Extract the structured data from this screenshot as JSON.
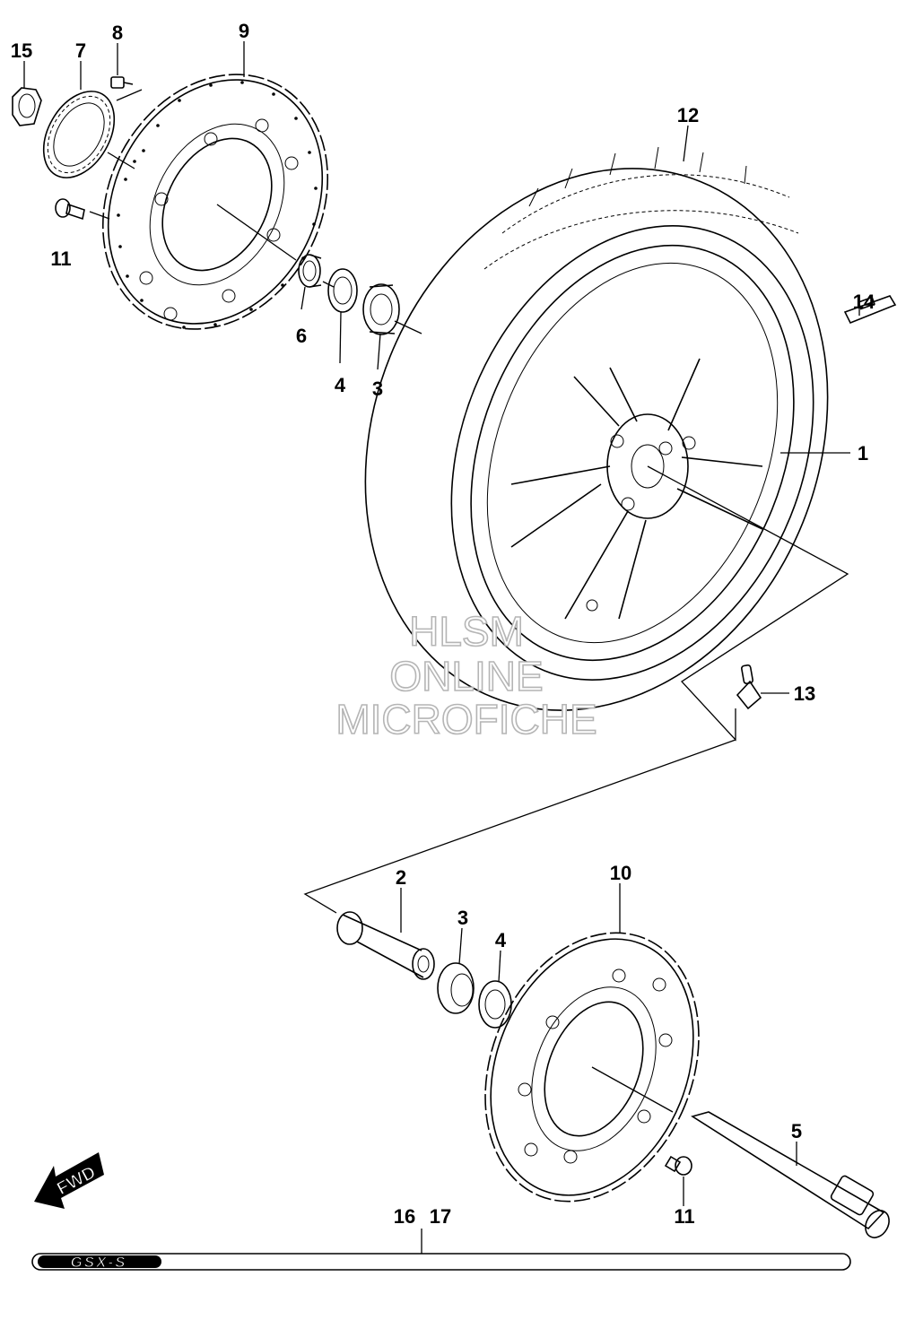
{
  "title": "",
  "watermark": [
    "HLSM",
    "ONLINE",
    "MICROFICHE"
  ],
  "fwd_label": "FWD",
  "model_badge": "GSX-S",
  "callouts": [
    {
      "id": "c15",
      "text": "15"
    },
    {
      "id": "c7",
      "text": "7"
    },
    {
      "id": "c8",
      "text": "8"
    },
    {
      "id": "c9",
      "text": "9"
    },
    {
      "id": "c11a",
      "text": "11"
    },
    {
      "id": "c6",
      "text": "6"
    },
    {
      "id": "c4a",
      "text": "4"
    },
    {
      "id": "c3a",
      "text": "3"
    },
    {
      "id": "c12",
      "text": "12"
    },
    {
      "id": "c14",
      "text": "14"
    },
    {
      "id": "c1",
      "text": "1"
    },
    {
      "id": "c13",
      "text": "13"
    },
    {
      "id": "c2",
      "text": "2"
    },
    {
      "id": "c3b",
      "text": "3"
    },
    {
      "id": "c4b",
      "text": "4"
    },
    {
      "id": "c10",
      "text": "10"
    },
    {
      "id": "c5",
      "text": "5"
    },
    {
      "id": "c11b",
      "text": "11"
    },
    {
      "id": "c16",
      "text": "16"
    },
    {
      "id": "c17",
      "text": "17"
    }
  ]
}
